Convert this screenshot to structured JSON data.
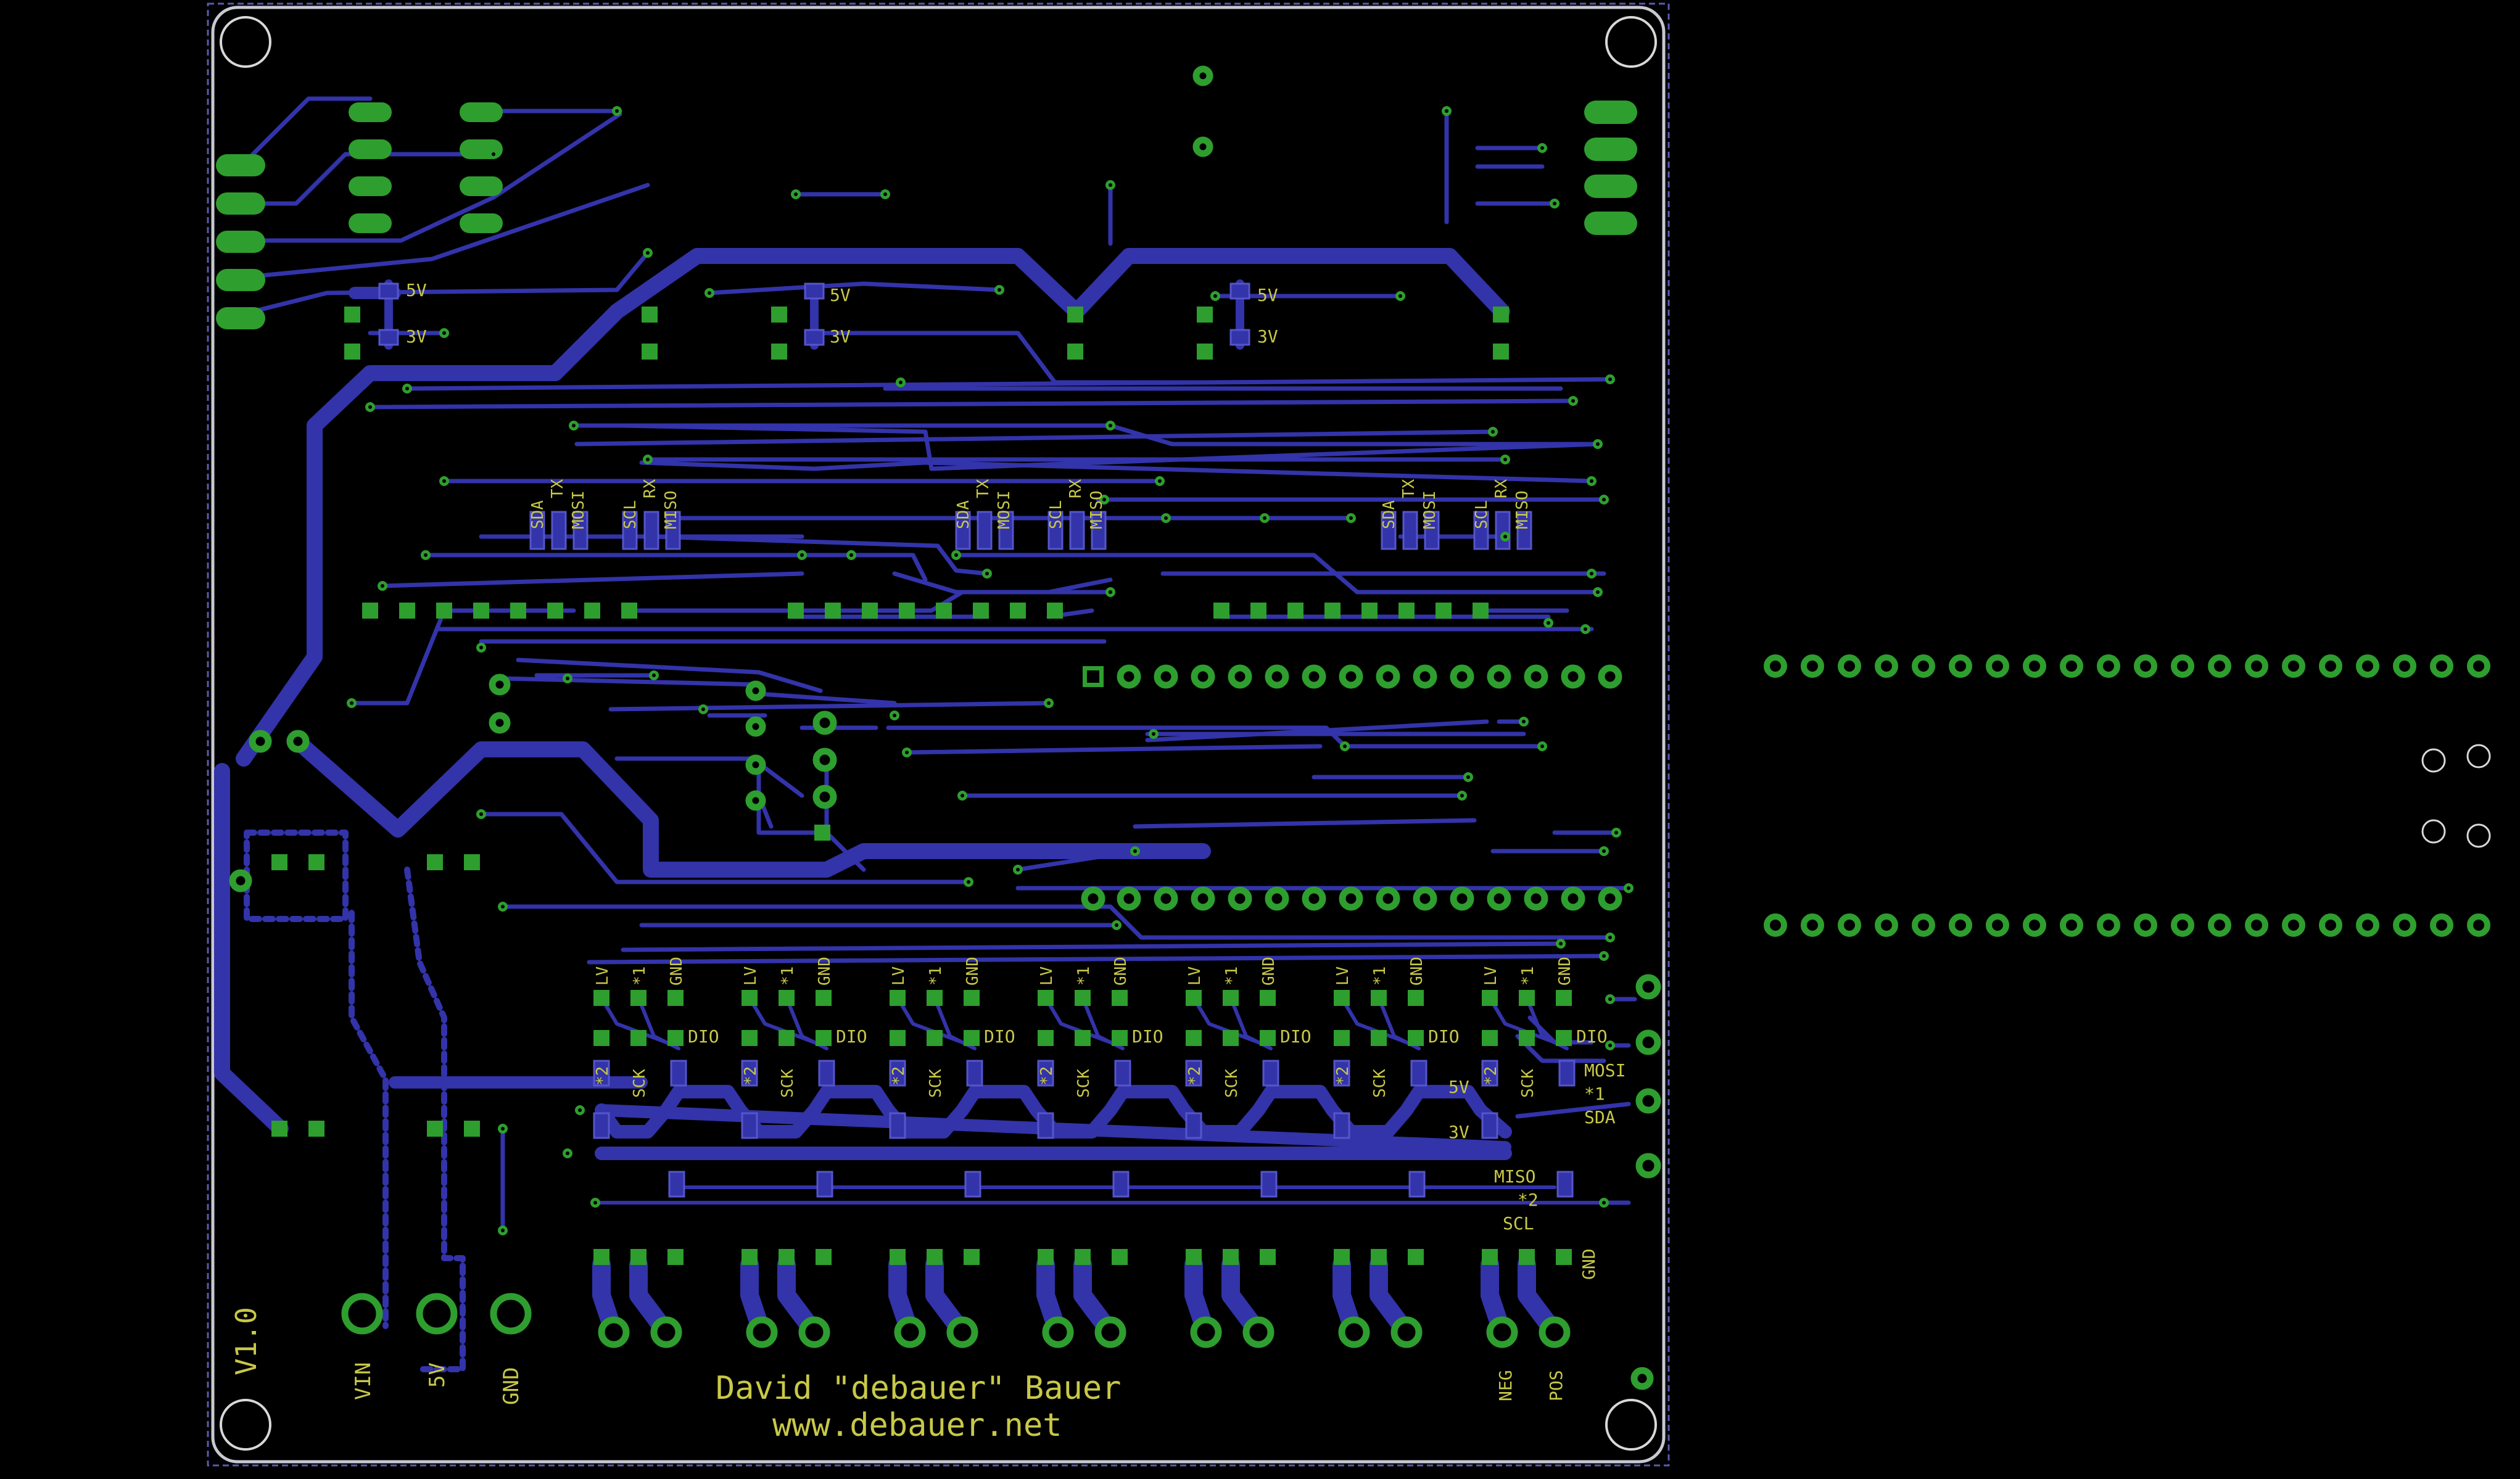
{
  "colors": {
    "background": "#000000",
    "trace": "#3333aa",
    "pad": "#2e9e2e",
    "silk": "#c8c848",
    "outline": "#c8c8d0",
    "hole": "#d8d8d8",
    "dim": "#8a8ab0"
  },
  "board": {
    "version": "V1.0",
    "author": "David \"debauer\" Bauer",
    "website": "www.debauer.net",
    "power": {
      "vin": "VIN",
      "v5": "5V",
      "gnd": "GND"
    },
    "output": {
      "neg": "NEG",
      "pos": "POS"
    },
    "regulators": {
      "v5": "5V",
      "v3": "3V"
    },
    "bus": {
      "sda": "SDA",
      "scl": "SCL",
      "tx": "TX",
      "rx": "RX",
      "mosi": "MOSI",
      "miso": "MISO"
    },
    "channel": {
      "lv": "LV",
      "star1": "*1",
      "gnd": "GND",
      "dio": "DIO",
      "star2": "*2",
      "sck": "SCK"
    },
    "header_right": {
      "mosi": "MOSI",
      "star1": "*1",
      "sda": "SDA",
      "v5": "5V",
      "v3": "3V",
      "miso": "MISO",
      "star2": "*2",
      "scl": "SCL",
      "gnd": "GND",
      "dio": "DIO"
    }
  }
}
